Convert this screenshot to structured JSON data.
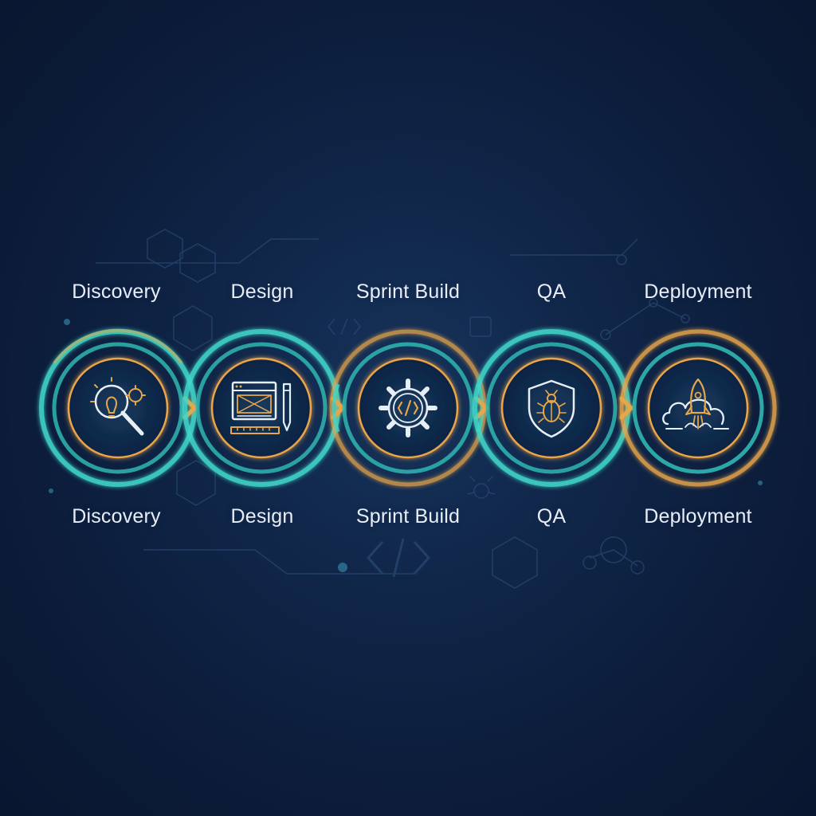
{
  "stages": [
    {
      "label": "Discovery",
      "icon": "lightbulb-magnifier-gear-icon"
    },
    {
      "label": "Design",
      "icon": "wireframe-pencil-icon"
    },
    {
      "label": "Sprint Build",
      "icon": "code-gear-icon"
    },
    {
      "label": "QA",
      "icon": "bug-shield-icon"
    },
    {
      "label": "Deployment",
      "icon": "rocket-cloud-icon"
    }
  ],
  "colors": {
    "background": "#0f2446",
    "teal": "#3fd6c9",
    "orange": "#e8a64a",
    "label": "#e9eef6"
  }
}
